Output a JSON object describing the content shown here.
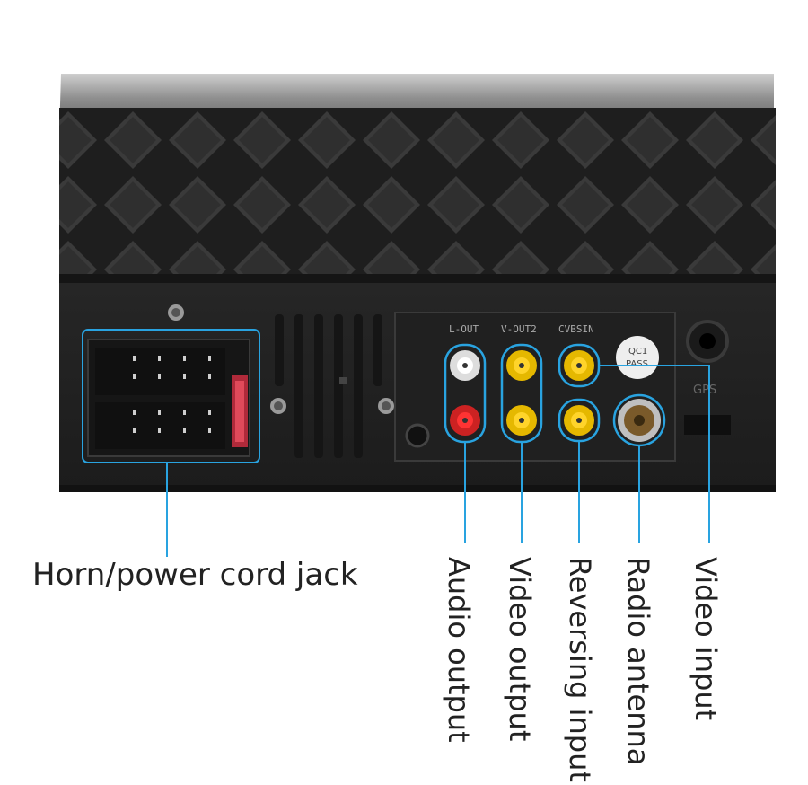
{
  "device": {
    "panel_labels": {
      "audio_out": "L-OUT",
      "video_out": "V-OUT2",
      "cvbs_in": "CVBSIN",
      "gps": "GPS",
      "qc_sticker": "QC1",
      "qc_pass": "PASS"
    }
  },
  "callouts": {
    "horn": "Horn/power cord jack",
    "audio": "Audio output",
    "video_out": "Video output",
    "reversing": "Reversing input",
    "radio": "Radio antenna",
    "video_in": "Video input"
  },
  "colors": {
    "callout_line": "#29a3e0",
    "rca_white": "#e8e8e8",
    "rca_red": "#d22a2a",
    "rca_yellow": "#f2c200",
    "body": "#2a2a2a"
  }
}
